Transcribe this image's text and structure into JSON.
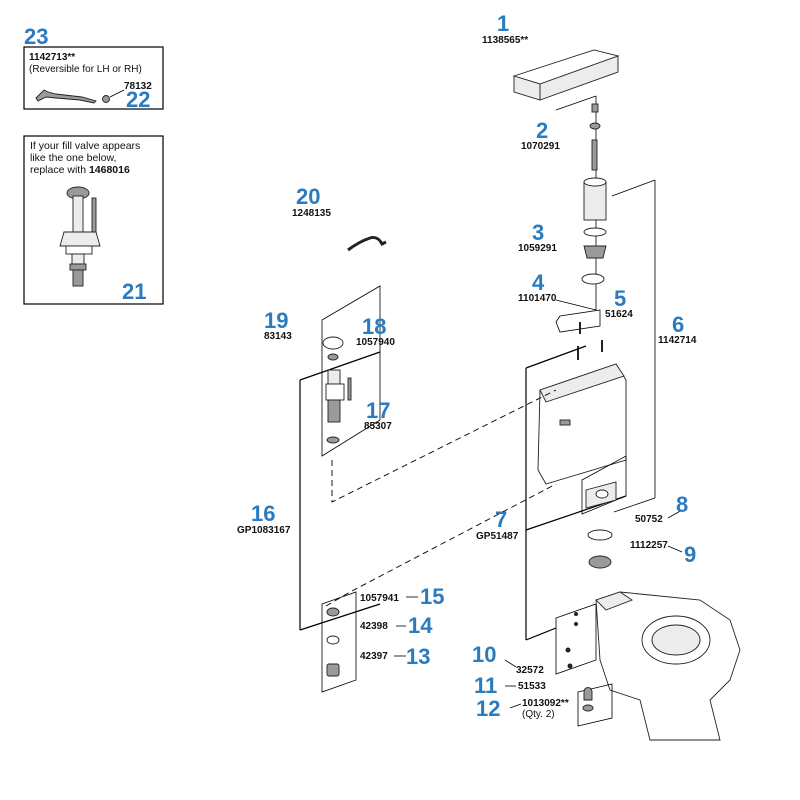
{
  "items": {
    "i1": {
      "num": "1",
      "part": "1138565**"
    },
    "i2": {
      "num": "2",
      "part": "1070291"
    },
    "i3": {
      "num": "3",
      "part": "1059291"
    },
    "i4": {
      "num": "4",
      "part": "1101470"
    },
    "i5": {
      "num": "5",
      "part": "51624"
    },
    "i6": {
      "num": "6",
      "part": "1142714"
    },
    "i7": {
      "num": "7",
      "part": "GP51487"
    },
    "i8": {
      "num": "8",
      "part": "50752"
    },
    "i9": {
      "num": "9",
      "part": "1112257"
    },
    "i10": {
      "num": "10",
      "part": "32572"
    },
    "i11": {
      "num": "11",
      "part": "51533"
    },
    "i12": {
      "num": "12",
      "part": "1013092**",
      "qty": "(Qty. 2)"
    },
    "i13": {
      "num": "13",
      "part": "42397"
    },
    "i14": {
      "num": "14",
      "part": "42398"
    },
    "i15": {
      "num": "15",
      "part": "1057941"
    },
    "i16": {
      "num": "16",
      "part": "GP1083167"
    },
    "i17": {
      "num": "17",
      "part": "85307"
    },
    "i18": {
      "num": "18",
      "part": "1057940"
    },
    "i19": {
      "num": "19",
      "part": "83143"
    },
    "i20": {
      "num": "20",
      "part": "1248135"
    },
    "i21": {
      "num": "21"
    },
    "i22": {
      "num": "22",
      "part": "78132"
    },
    "i23": {
      "num": "23",
      "part": "1142713**",
      "note": "(Reversible for LH or RH)"
    }
  },
  "fill_valve_note": {
    "line1": "If your fill valve appears",
    "line2": "like the one below,",
    "line3": "replace with ",
    "part": "1468016"
  },
  "colors": {
    "callout": "#2a7bbf"
  }
}
